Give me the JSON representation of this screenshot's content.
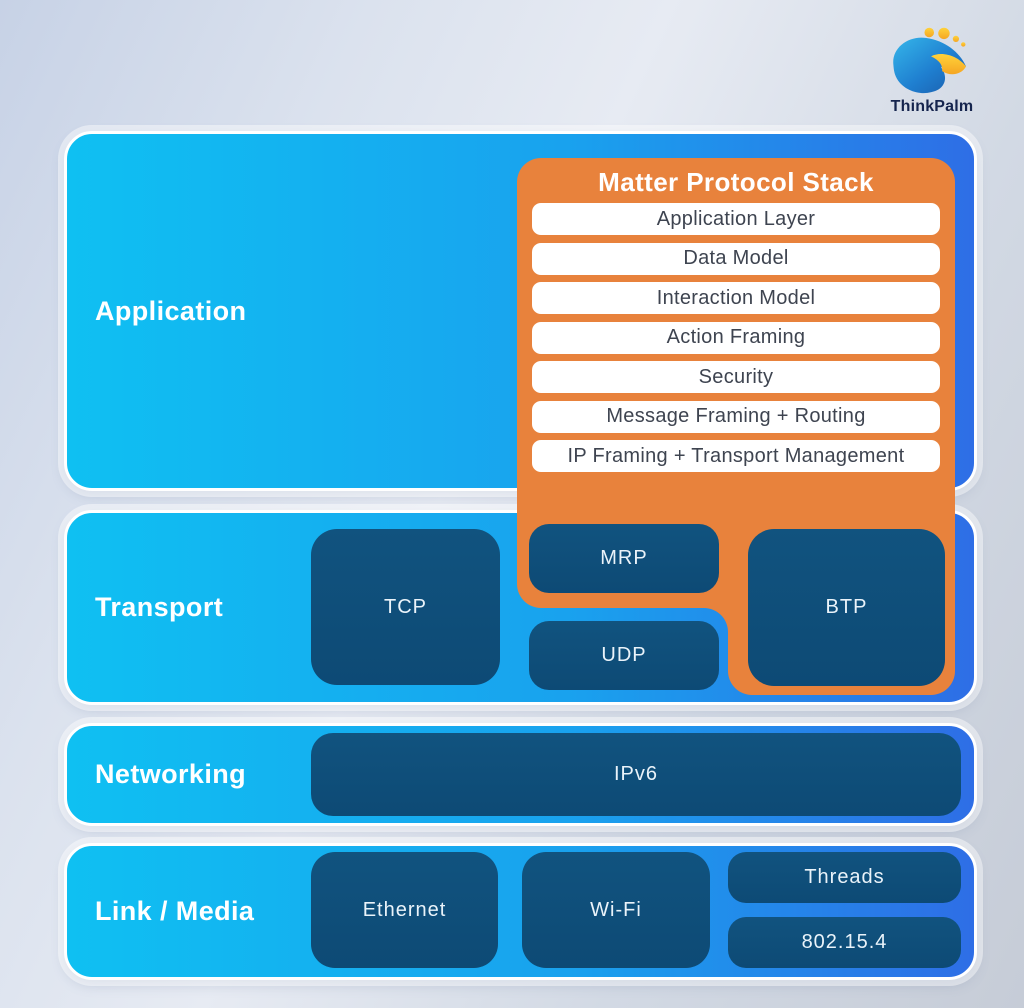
{
  "brand": {
    "name": "ThinkPalm"
  },
  "colors": {
    "accent_orange": "#E8823C",
    "deep_navy": "#0E4E7D",
    "band_cyan": "#0FC0F2",
    "band_royal_blue": "#2E6EE6",
    "row_text": "#3E4450",
    "logo_navy": "#16254E",
    "logo_yellow": "#FFC527"
  },
  "matter_stack": {
    "title": "Matter Protocol Stack",
    "rows": [
      "Application Layer",
      "Data Model",
      "Interaction Model",
      "Action Framing",
      "Security",
      "Message Framing + Routing",
      "IP Framing + Transport Management"
    ]
  },
  "layers": {
    "application": {
      "label": "Application"
    },
    "transport": {
      "label": "Transport"
    },
    "networking": {
      "label": "Networking"
    },
    "link_media": {
      "label": "Link / Media"
    }
  },
  "protocols": {
    "tcp": "TCP",
    "mrp": "MRP",
    "udp": "UDP",
    "btp": "BTP",
    "ipv6": "IPv6",
    "ethernet": "Ethernet",
    "wifi": "Wi-Fi",
    "threads": "Threads",
    "ieee802154": "802.15.4"
  }
}
